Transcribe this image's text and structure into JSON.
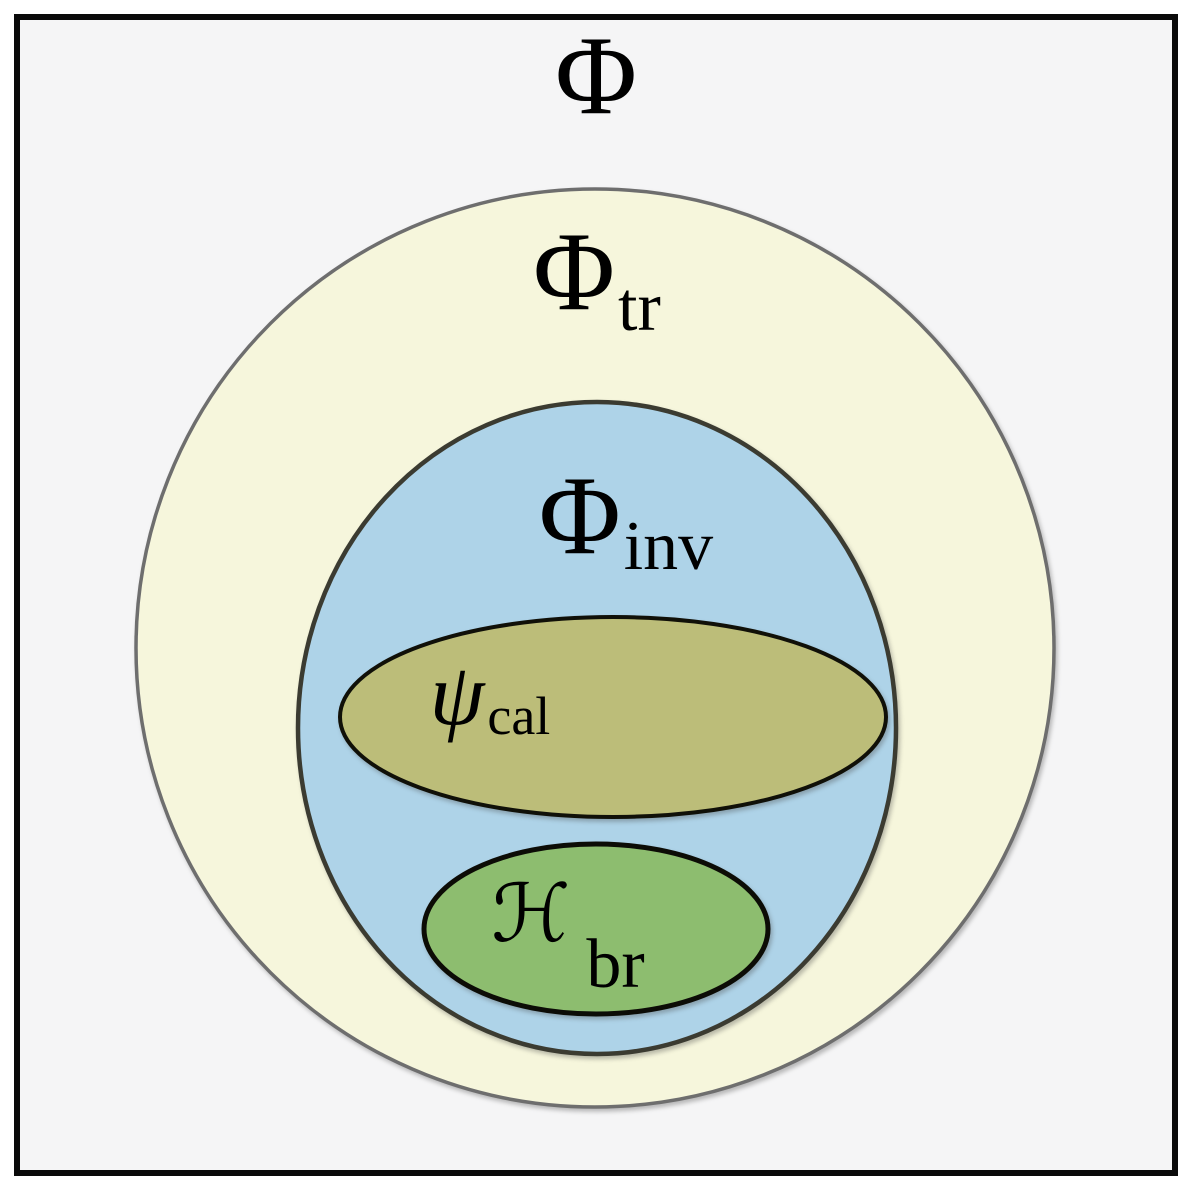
{
  "figure": {
    "type": "nested-set-diagram",
    "labels": {
      "universe": {
        "symbol": "Φ",
        "subscript": ""
      },
      "tr": {
        "symbol": "Φ",
        "subscript": "tr"
      },
      "inv": {
        "symbol": "Φ",
        "subscript": "inv"
      },
      "cal": {
        "symbol": "ψ",
        "subscript": "cal"
      },
      "br": {
        "symbol": "ℋ",
        "subscript": "br"
      }
    },
    "colors": {
      "page_background": "#ffffff",
      "frame_fill": "#f5f5f6",
      "frame_stroke": "#0a0a0a",
      "tr_fill": "#f6f6dc",
      "tr_stroke": "#6e6e6e",
      "inv_fill": "#aed3e8",
      "inv_stroke": "#3b3b31",
      "cal_fill": "#bcbd79",
      "cal_stroke": "#101008",
      "br_fill": "#8dbd6f",
      "br_stroke": "#0c0c06",
      "label_color": "#000000"
    }
  }
}
